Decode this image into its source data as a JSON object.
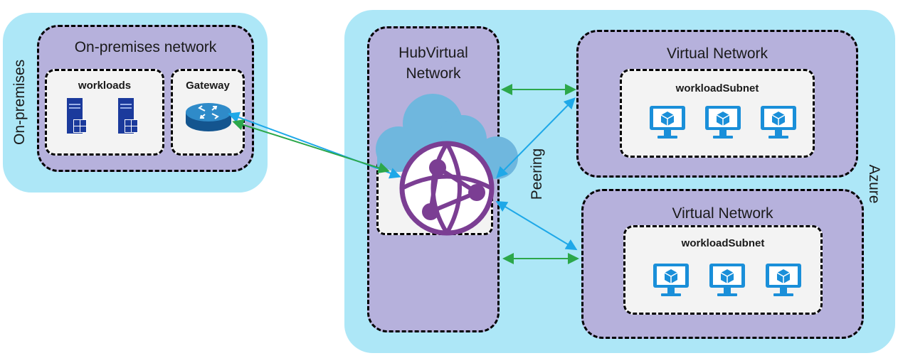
{
  "onprem": {
    "region_label": "On-premises",
    "network_title": "On-premises network",
    "workloads_label": "workloads",
    "gateway_label": "Gateway"
  },
  "azure": {
    "region_label": "Azure",
    "hub_title": "HubVirtual\nNetwork",
    "peering_label": "Peering",
    "spokes": [
      {
        "title": "Virtual Network",
        "subnet_label": "workloadSubnet",
        "vm_count": 3
      },
      {
        "title": "Virtual Network",
        "subnet_label": "workloadSubnet",
        "vm_count": 3
      }
    ]
  },
  "colors": {
    "region_bg": "#ade7f7",
    "network_bg": "#b6b1dc",
    "subnet_bg": "#f3f3f3",
    "vm_blue": "#1a8fd9",
    "server_blue": "#1b3a9c",
    "hub_purple": "#7b3e93",
    "cloud_blue": "#6fb7de",
    "arrow_blue": "#1ea8e8",
    "arrow_green": "#2ca74a"
  },
  "icons": [
    "server-icon",
    "router-icon",
    "virtual-network-icon",
    "cloud-icon",
    "vm-icon"
  ]
}
